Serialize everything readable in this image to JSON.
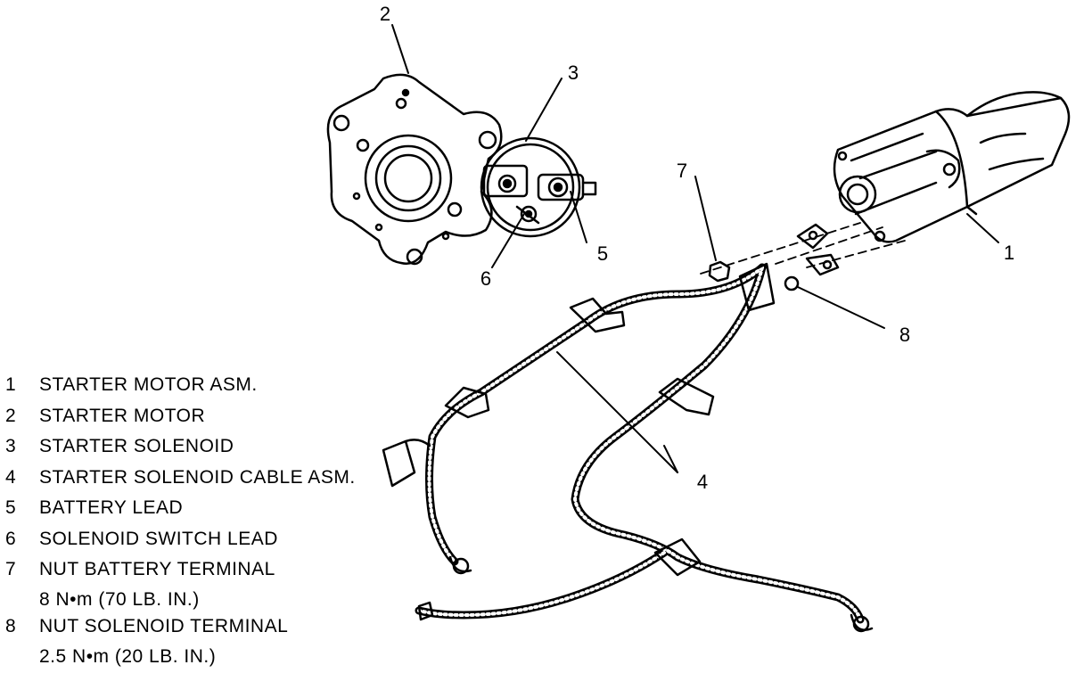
{
  "callouts": [
    "1",
    "2",
    "3",
    "4",
    "5",
    "6",
    "7",
    "8"
  ],
  "legend": [
    {
      "num": "1",
      "text": "STARTER MOTOR ASM.",
      "sub": ""
    },
    {
      "num": "2",
      "text": "STARTER MOTOR",
      "sub": ""
    },
    {
      "num": "3",
      "text": "STARTER SOLENOID",
      "sub": ""
    },
    {
      "num": "4",
      "text": "STARTER SOLENOID CABLE ASM.",
      "sub": ""
    },
    {
      "num": "5",
      "text": "BATTERY LEAD",
      "sub": ""
    },
    {
      "num": "6",
      "text": "SOLENOID SWITCH LEAD",
      "sub": ""
    },
    {
      "num": "7",
      "text": "NUT BATTERY TERMINAL",
      "sub": "8 N•m (70 LB. IN.)"
    },
    {
      "num": "8",
      "text": "NUT SOLENOID TERMINAL",
      "sub": "2.5 N•m (20 LB. IN.)"
    }
  ]
}
